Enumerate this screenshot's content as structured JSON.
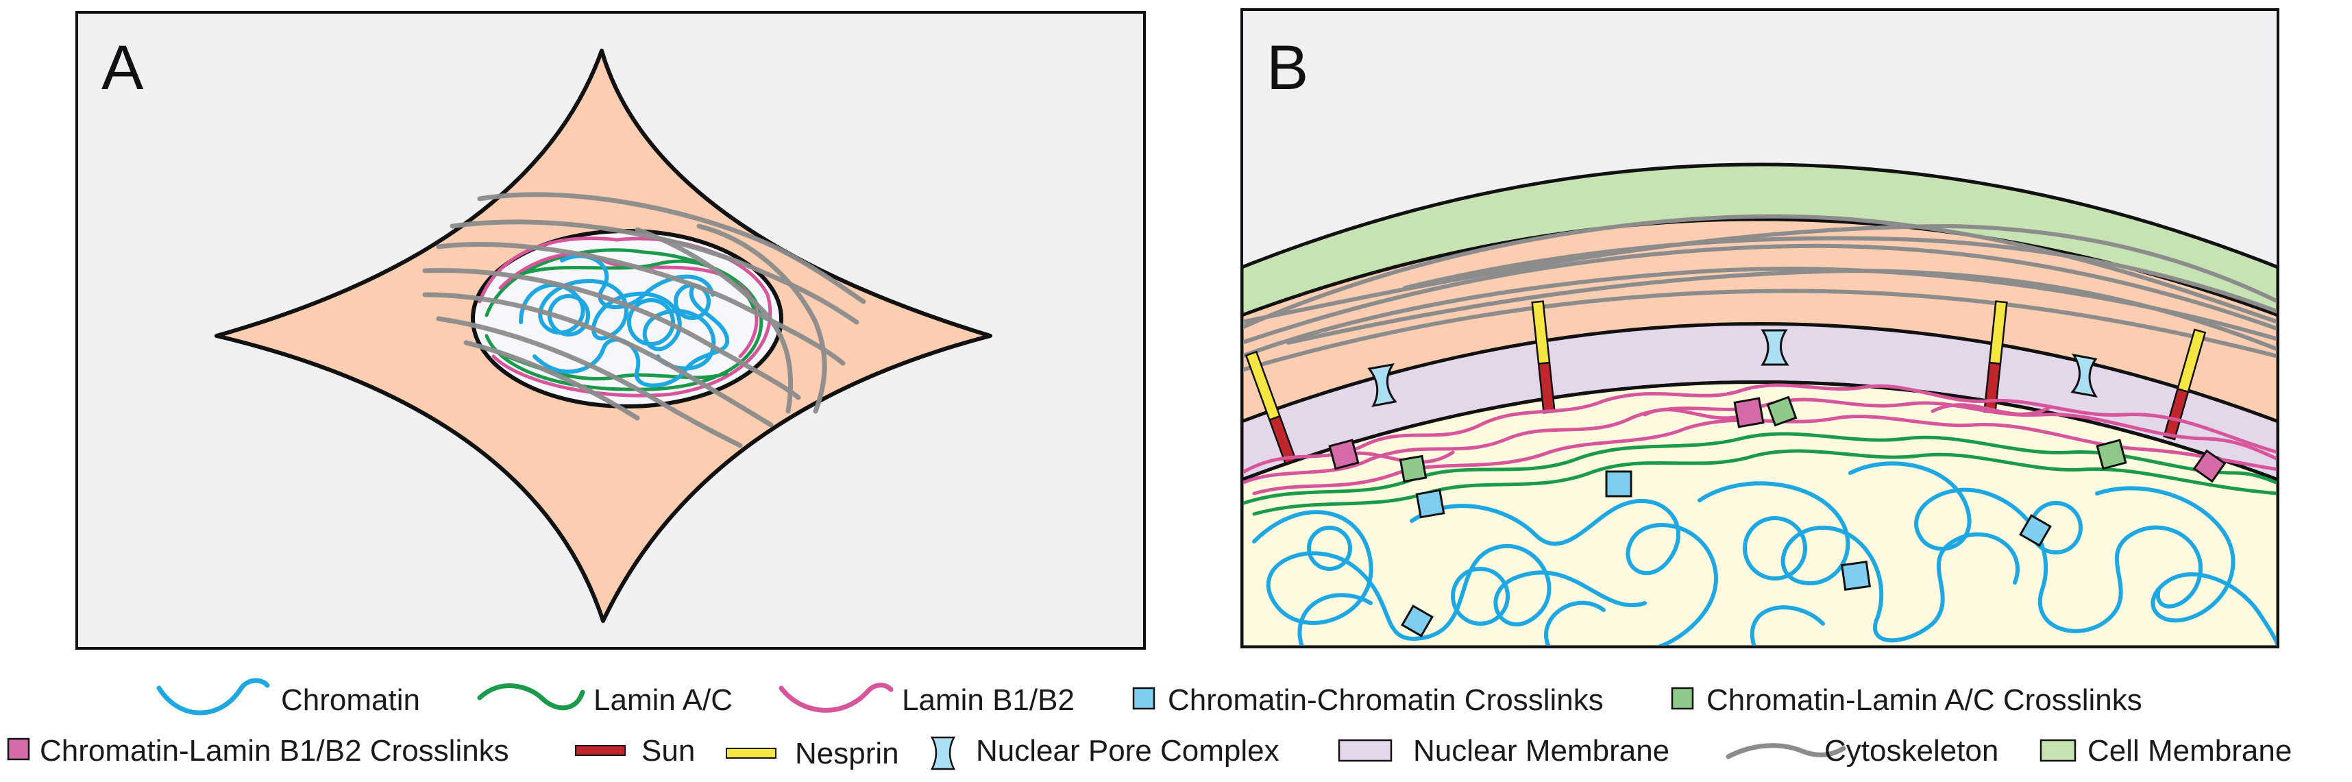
{
  "figure": {
    "panels": [
      {
        "letter": "A",
        "content": "cell with nucleus and cytoskeleton"
      },
      {
        "letter": "B",
        "content": "zoomed cell periphery with nuclear lamina"
      }
    ]
  },
  "legend": {
    "items": [
      {
        "label": "Chromatin",
        "icon": "chromatin-wave-icon",
        "color": "#1fa7e1"
      },
      {
        "label": "Lamin A/C",
        "icon": "lamin-ac-wave-icon",
        "color": "#1a9a4a"
      },
      {
        "label": "Lamin B1/B2",
        "icon": "lamin-b-wave-icon",
        "color": "#d6559b"
      },
      {
        "label": "Chromatin-Chromatin Crosslinks",
        "icon": "blue-square-icon",
        "color": "#7fcdef"
      },
      {
        "label": "Chromatin-Lamin A/C Crosslinks",
        "icon": "green-square-icon",
        "color": "#8fc98a"
      },
      {
        "label": "Chromatin-Lamin B1/B2 Crosslinks",
        "icon": "pink-square-icon",
        "color": "#d46aa6"
      },
      {
        "label": "Sun",
        "icon": "red-bar-icon",
        "color": "#c0272d"
      },
      {
        "label": "Nesprin",
        "icon": "yellow-bar-icon",
        "color": "#f5e642"
      },
      {
        "label": "Nuclear Pore Complex",
        "icon": "hourglass-icon",
        "color": "#a9def3"
      },
      {
        "label": "Nuclear Membrane",
        "icon": "lavender-rect-icon",
        "color": "#e4d7ea"
      },
      {
        "label": "Cytoskeleton",
        "icon": "gray-wave-icon",
        "color": "#8c8c8c"
      },
      {
        "label": "Cell Membrane",
        "icon": "light-green-rect-icon",
        "color": "#c7e2b3"
      }
    ]
  },
  "colors": {
    "panel_bg": "#f0f0f2",
    "cytoplasm": "#fbcdb1",
    "nucleoplasm": "#fdfadf",
    "nuclear_membrane": "#e4d7ea",
    "cell_membrane": "#c7e2b3"
  }
}
